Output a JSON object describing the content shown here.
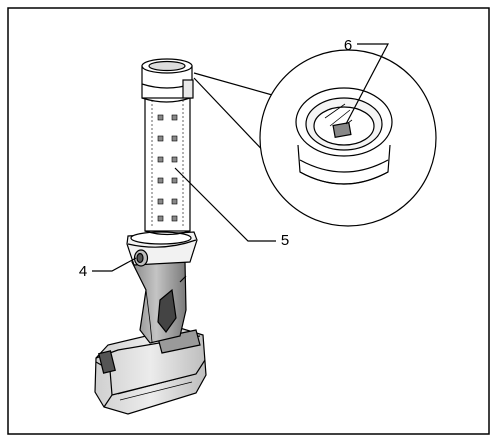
{
  "figure": {
    "callouts": [
      {
        "id": "callout-4",
        "label": "4"
      },
      {
        "id": "callout-5",
        "label": "5"
      },
      {
        "id": "callout-6",
        "label": "6"
      }
    ]
  }
}
